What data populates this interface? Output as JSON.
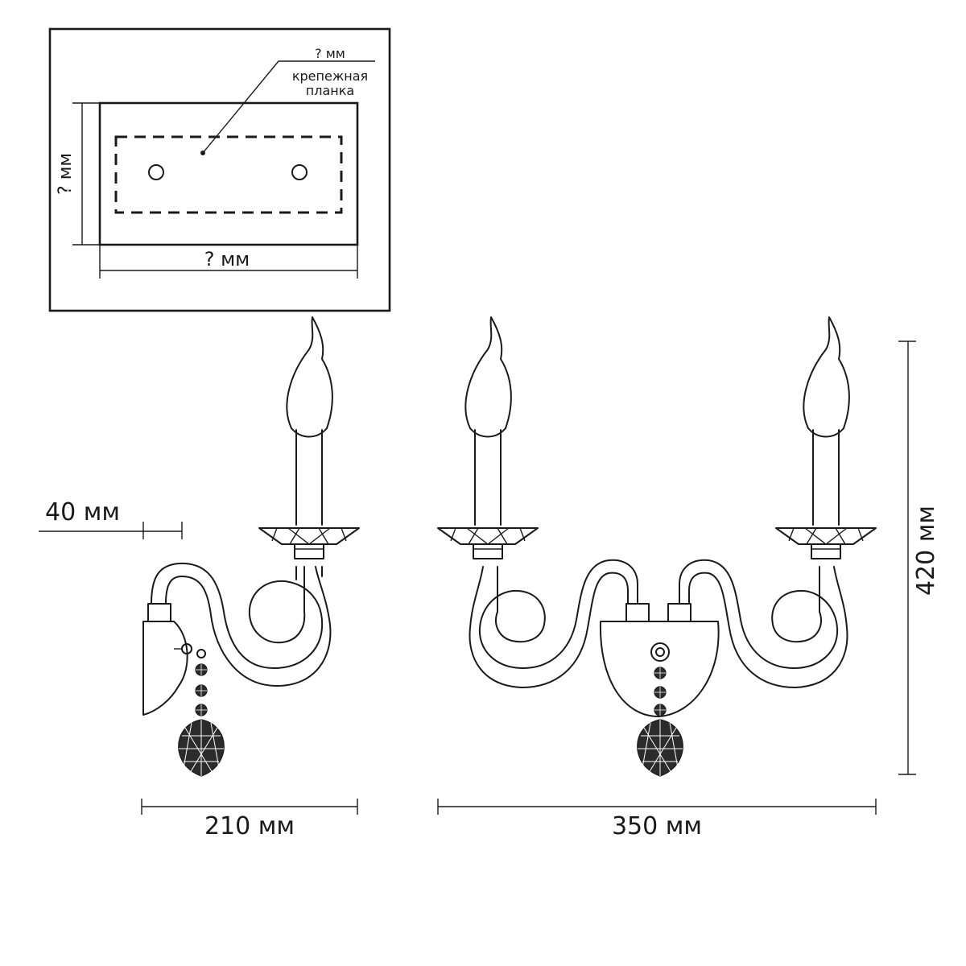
{
  "inset": {
    "callout_dimension": "? мм",
    "callout_label_line1": "крепежная",
    "callout_label_line2": "планка",
    "plate_height": "? мм",
    "plate_width": "? мм"
  },
  "side_view": {
    "wall_offset": "40 мм",
    "depth": "210 мм"
  },
  "front_view": {
    "width": "350 мм",
    "height": "420 мм"
  }
}
